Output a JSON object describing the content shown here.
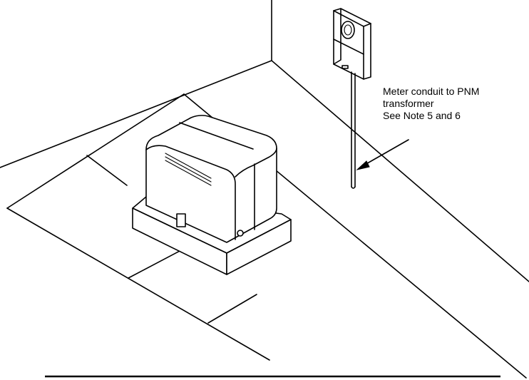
{
  "annotation": {
    "line1": "Meter conduit to PNM",
    "line2": "transformer",
    "line3": "See Note 5 and 6"
  },
  "colors": {
    "stroke": "#000000",
    "background": "#ffffff"
  }
}
